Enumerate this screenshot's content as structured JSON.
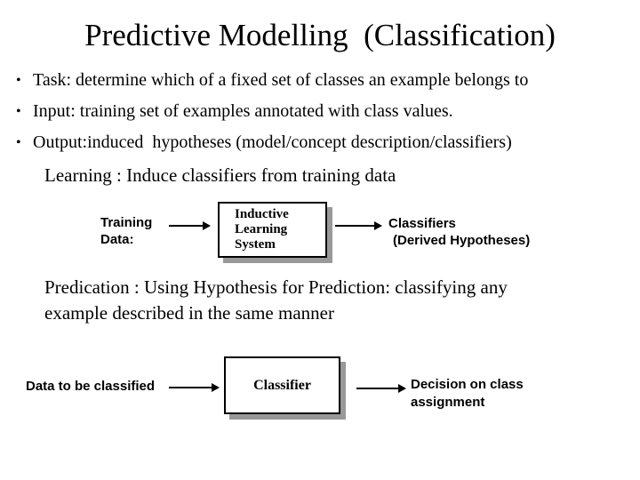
{
  "slide": {
    "title": "Predictive Modelling  (Classification)",
    "bullet_glyph": "•",
    "bullets": [
      "Task: determine which of a fixed set of classes an example belongs to",
      "Input: training set of examples annotated with class values.",
      "Output:induced  hypotheses (model/concept description/classifiers)"
    ],
    "learning_caption": "Learning : Induce classifiers from training data",
    "diagram1": {
      "input_label": [
        "Training",
        "Data:"
      ],
      "box_lines": [
        "Inductive",
        "Learning",
        "System"
      ],
      "output_label": [
        "Classifiers",
        "(Derived Hypotheses)"
      ]
    },
    "predication_lines": [
      "Predication : Using Hypothesis for Prediction: classifying any",
      "example described in the same manner"
    ],
    "diagram2": {
      "input_label": "Data to be classified",
      "box_label": "Classifier",
      "output_label": [
        "Decision on class",
        "assignment"
      ]
    },
    "colors": {
      "background": "#ffffff",
      "text": "#000000",
      "box_border": "#000000",
      "box_shadow": "#999999"
    }
  }
}
